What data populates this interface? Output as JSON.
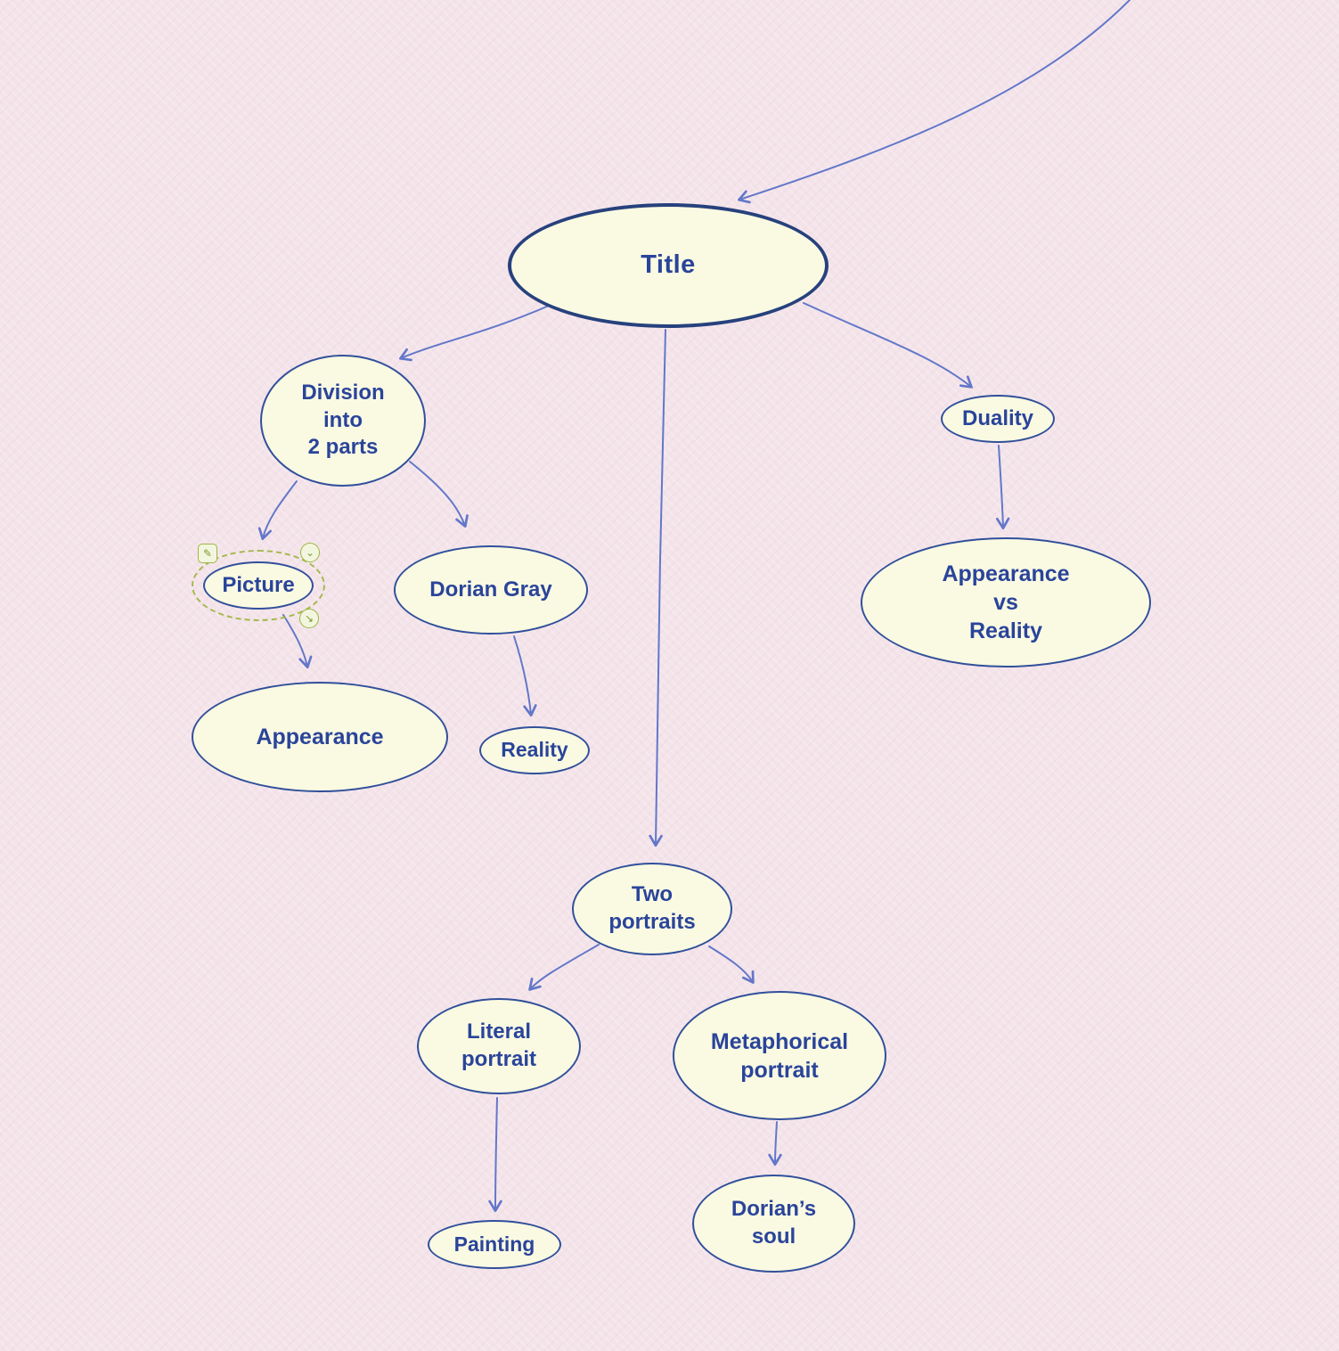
{
  "palette": {
    "background": "#f4e4ea",
    "node_fill": "#fafae2",
    "node_border": "#31509b",
    "root_border": "#27417d",
    "text_color": "#2a449a",
    "arrow_color": "#6377c9",
    "selection_color": "#a6b84c"
  },
  "nodes": {
    "title": {
      "label": "Title"
    },
    "division": {
      "label": "Division\ninto\n2 parts"
    },
    "duality": {
      "label": "Duality"
    },
    "picture": {
      "label": "Picture"
    },
    "dorian_gray": {
      "label": "Dorian Gray"
    },
    "appearance_vs_reality": {
      "label": "Appearance\nvs\nReality"
    },
    "appearance": {
      "label": "Appearance"
    },
    "reality": {
      "label": "Reality"
    },
    "two_portraits": {
      "label": "Two\nportraits"
    },
    "literal_portrait": {
      "label": "Literal\nportrait"
    },
    "metaphorical_portrait": {
      "label": "Metaphorical\nportrait"
    },
    "painting": {
      "label": "Painting"
    },
    "dorians_soul": {
      "label": "Dorian’s\nsoul"
    }
  },
  "edges": [
    {
      "from": "offscreen-top-right",
      "to": "title"
    },
    {
      "from": "title",
      "to": "division"
    },
    {
      "from": "title",
      "to": "duality"
    },
    {
      "from": "title",
      "to": "two_portraits"
    },
    {
      "from": "division",
      "to": "picture"
    },
    {
      "from": "division",
      "to": "dorian_gray"
    },
    {
      "from": "duality",
      "to": "appearance_vs_reality"
    },
    {
      "from": "picture",
      "to": "appearance"
    },
    {
      "from": "dorian_gray",
      "to": "reality"
    },
    {
      "from": "two_portraits",
      "to": "literal_portrait"
    },
    {
      "from": "two_portraits",
      "to": "metaphorical_portrait"
    },
    {
      "from": "literal_portrait",
      "to": "painting"
    },
    {
      "from": "metaphorical_portrait",
      "to": "dorians_soul"
    }
  ],
  "selection": {
    "selected_node": "picture",
    "icons": {
      "edit": "✎",
      "collapse": "⌄",
      "resize": "↘"
    }
  }
}
